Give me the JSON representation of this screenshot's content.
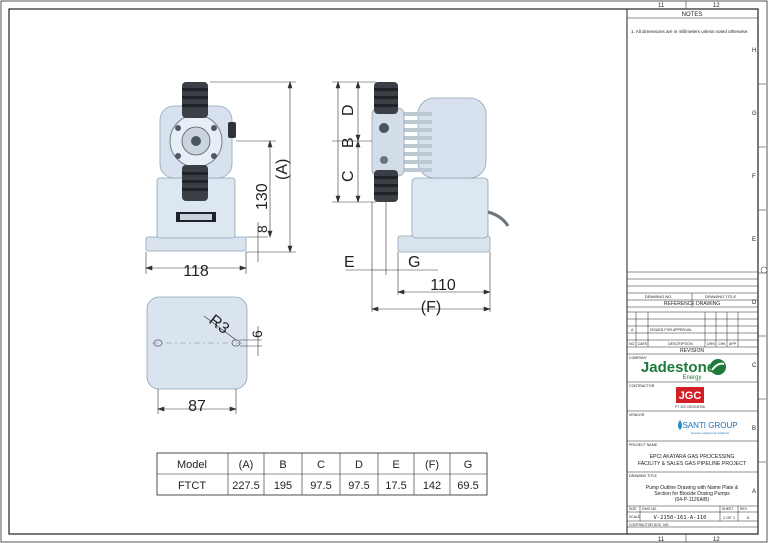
{
  "drawing": {
    "dims": {
      "width_front": "118",
      "height_front": "130",
      "base_front": "8",
      "total_front": "(A)",
      "b": "B",
      "c": "C",
      "d": "D",
      "e": "E",
      "g": "G",
      "side_110": "110",
      "total_side": "(F)",
      "base_width": "87",
      "corner_radius": "R3",
      "hole": "6"
    }
  },
  "table": {
    "headers": [
      "Model",
      "(A)",
      "B",
      "C",
      "D",
      "E",
      "(F)",
      "G"
    ],
    "rows": [
      [
        "FTCT",
        "227.5",
        "195",
        "97.5",
        "97.5",
        "17.5",
        "142",
        "69.5"
      ]
    ]
  },
  "grid": {
    "top": [
      "11",
      "12"
    ],
    "bottom": [
      "11",
      "12"
    ],
    "right": [
      "H",
      "G",
      "F",
      "E",
      "D",
      "C",
      "B",
      "A"
    ]
  },
  "titleblock": {
    "notes_title": "NOTES",
    "note_1": "1.  All dimensions are in millimeters unless noted otherwise.",
    "ref_drawing_header": "REFERENCE DRAWING",
    "drawing_no_label": "DRAWING NO.",
    "drawing_title_label": "DRAWING TITLE",
    "revision_label": "REVISION",
    "rev_cols": [
      "NO.",
      "DATE",
      "DESCRIPTION",
      "DRN",
      "CHK",
      "APP"
    ],
    "issue_text": "ISSUED FOR APPROVAL",
    "company_label": "COMPANY",
    "company_name": "Jadestone",
    "company_sub": "Energy",
    "contractor_label": "CONTRACTOR",
    "contractor_name": "JGC",
    "contractor_sub": "PT JGC INDONESIA",
    "vendor_label": "VENDOR",
    "vendor_name": "SANTI GROUP",
    "vendor_sub": "process equipment solutions",
    "project_label": "PROJECT NAME",
    "project_line1": "EPCI AKATARA GAS PROCESSING",
    "project_line2": "FACILITY & SALES GAS PIPELINE PROJECT",
    "title_label": "DRAWING TITLE",
    "title_line1": "Pump Outline Drawing with Name Plate &",
    "title_line2": "Section for Biocide Dosing Pumps",
    "title_line3": "(04-P-1126A/B)",
    "scale_label": "SCALE",
    "dwg_label": "DWG NO.",
    "sheet_label": "SHEET",
    "rev_label": "REV",
    "size_label": "SIZE",
    "drawing_number": "V-2150-161-A-110",
    "sheet_value": "1 OF 1",
    "rev_value": "A",
    "contractor_doc_label": "CONTRACTOR DOC. NO."
  }
}
